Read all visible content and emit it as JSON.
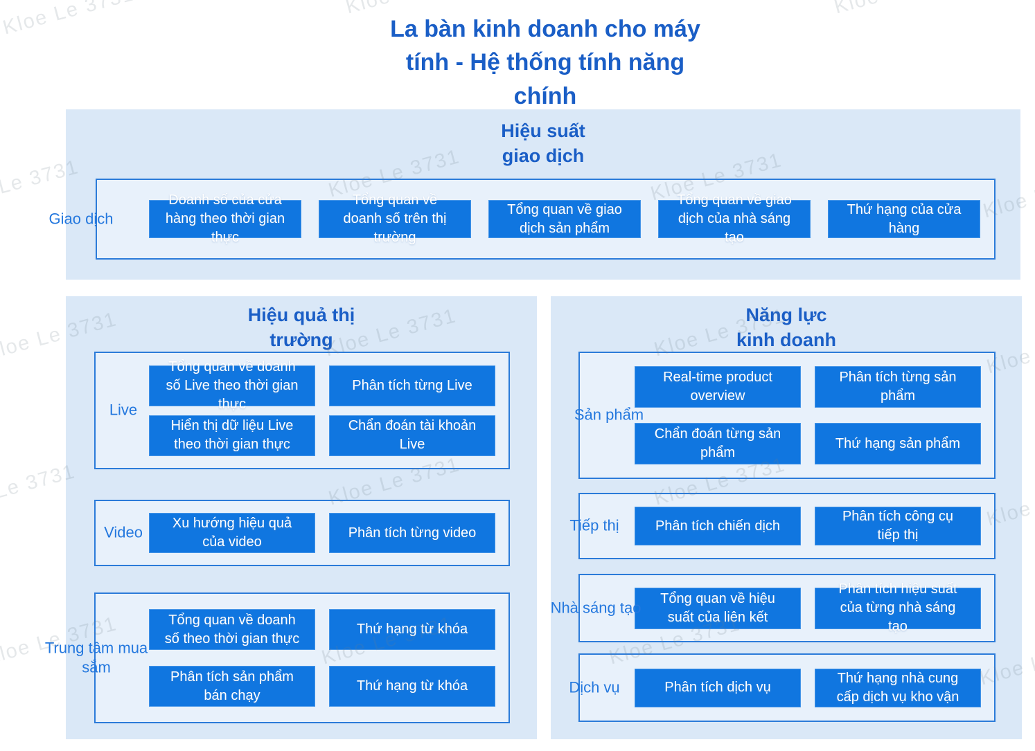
{
  "page": {
    "title": "La bàn kinh doanh cho máy\ntính - Hệ thống tính năng\nchính",
    "watermark": "Kloe Le 3731"
  },
  "colors": {
    "accent": "#1076e0",
    "heading": "#1a5ec6",
    "label": "#2478de",
    "panel_bg": "#dae8f7",
    "group_bg": "#e8f1fb",
    "group_border": "#2b7bd9"
  },
  "sections": [
    {
      "title": "Hiệu suất\ngiao dịch",
      "rows": [
        {
          "label": "Giao dịch",
          "buttons": [
            "Doanh số của cửa hàng theo thời gian thực",
            "Tổng quan về doanh số trên thị trường",
            "Tổng quan về giao dịch sản phẩm",
            "Tổng quan về giao dịch của nhà sáng tạo",
            "Thứ hạng của cửa hàng"
          ]
        }
      ]
    },
    {
      "title": "Hiệu quả thị\ntrường",
      "rows": [
        {
          "label": "Live",
          "buttons": [
            "Tổng quan về doanh số Live theo thời gian thực",
            "Phân tích từng Live",
            "Hiển thị dữ liệu Live theo thời gian thực",
            "Chẩn đoán tài khoản Live"
          ]
        },
        {
          "label": "Video",
          "buttons": [
            "Xu hướng hiệu quả của video",
            "Phân tích từng video"
          ]
        },
        {
          "label": "Trung tâm mua sắm",
          "buttons": [
            "Tổng quan về doanh số theo thời gian thực",
            "Thứ hạng từ khóa",
            "Phân tích sản phẩm bán chạy",
            "Thứ hạng từ khóa"
          ]
        }
      ]
    },
    {
      "title": "Năng lực\nkinh doanh",
      "rows": [
        {
          "label": "Sản phẩm",
          "buttons": [
            "Real-time product overview",
            "Phân tích từng sản phẩm",
            "Chẩn đoán từng sản phẩm",
            "Thứ hạng sản phẩm"
          ]
        },
        {
          "label": "Tiếp thị",
          "buttons": [
            "Phân tích chiến dịch",
            "Phân tích công cụ tiếp thị"
          ]
        },
        {
          "label": "Nhà sáng tạo",
          "buttons": [
            "Tổng quan về hiệu suất của liên kết",
            "Phân tích hiệu suất của từng nhà sáng tạo"
          ]
        },
        {
          "label": "Dịch vụ",
          "buttons": [
            "Phân tích dịch vụ",
            "Thứ hạng nhà cung cấp dịch vụ kho vận"
          ]
        }
      ]
    }
  ]
}
